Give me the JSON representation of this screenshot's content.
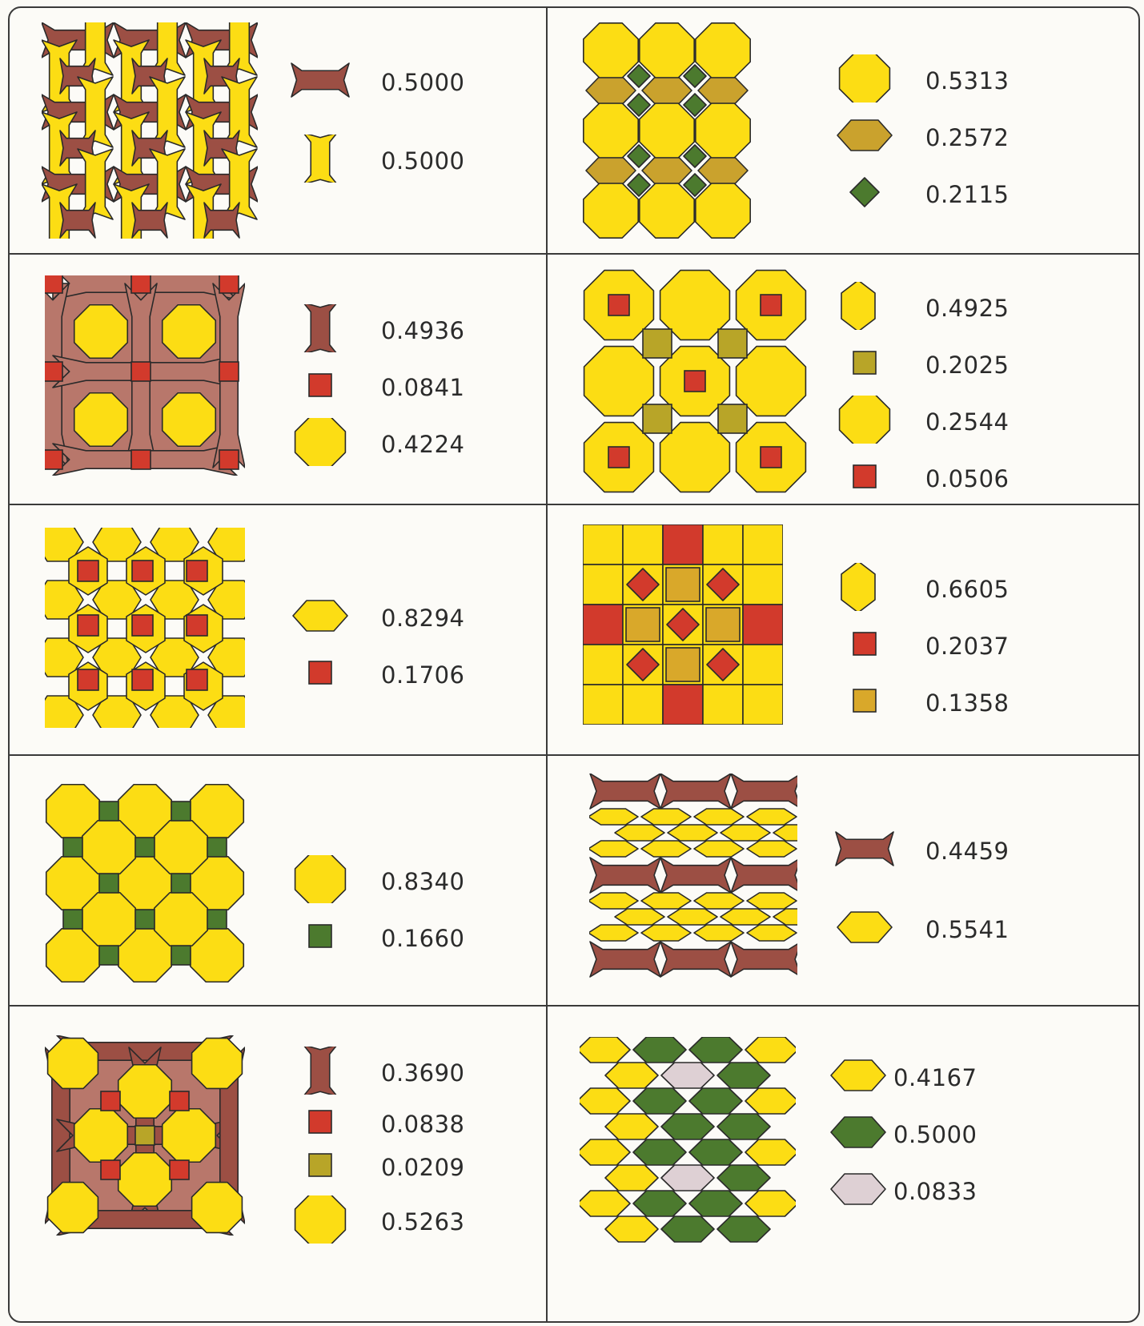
{
  "colors": {
    "yellow": "#fcdd14",
    "brown": "#9c4f44",
    "brown_light": "#b8776b",
    "red": "#d23a2c",
    "olive": "#b8a528",
    "tan": "#caa22d",
    "green": "#4c7a2e",
    "pink": "#ded0d4",
    "gold": "#d9a82a",
    "outline": "#2a2a2a"
  },
  "panels": [
    {
      "id": "p1",
      "pattern": "bone-weave",
      "legend": [
        {
          "shape": "bone-h",
          "color": "brown",
          "value": "0.5000"
        },
        {
          "shape": "bone-v",
          "color": "yellow",
          "value": "0.5000"
        }
      ]
    },
    {
      "id": "p2",
      "pattern": "octagon-elongated",
      "legend": [
        {
          "shape": "octagon",
          "color": "yellow",
          "value": "0.5313"
        },
        {
          "shape": "hex-wide",
          "color": "tan",
          "value": "0.2572"
        },
        {
          "shape": "diamond",
          "color": "green",
          "value": "0.2115"
        }
      ]
    },
    {
      "id": "p3",
      "pattern": "bone-octagon-square",
      "legend": [
        {
          "shape": "bone-v",
          "color": "brown",
          "value": "0.4936"
        },
        {
          "shape": "square",
          "color": "red",
          "value": "0.0841"
        },
        {
          "shape": "octagon",
          "color": "yellow",
          "value": "0.4224"
        }
      ]
    },
    {
      "id": "p4",
      "pattern": "octagon-hex-square",
      "legend": [
        {
          "shape": "hex-tall",
          "color": "yellow",
          "value": "0.4925"
        },
        {
          "shape": "square",
          "color": "olive",
          "value": "0.2025"
        },
        {
          "shape": "octagon",
          "color": "yellow",
          "value": "0.2544"
        },
        {
          "shape": "square",
          "color": "red",
          "value": "0.0506"
        }
      ]
    },
    {
      "id": "p5",
      "pattern": "hex-square",
      "legend": [
        {
          "shape": "hex-wide",
          "color": "yellow",
          "value": "0.8294"
        },
        {
          "shape": "square",
          "color": "red",
          "value": "0.1706"
        }
      ]
    },
    {
      "id": "p6",
      "pattern": "split-octagon-grid",
      "legend": [
        {
          "shape": "hex-tall",
          "color": "yellow",
          "value": "0.6605"
        },
        {
          "shape": "square",
          "color": "red",
          "value": "0.2037"
        },
        {
          "shape": "square",
          "color": "gold",
          "value": "0.1358"
        }
      ]
    },
    {
      "id": "p7",
      "pattern": "octagon-square",
      "legend": [
        {
          "shape": "octagon",
          "color": "yellow",
          "value": "0.8340"
        },
        {
          "shape": "square",
          "color": "green",
          "value": "0.1660"
        }
      ]
    },
    {
      "id": "p8",
      "pattern": "bone-hex-rows",
      "legend": [
        {
          "shape": "bone-h",
          "color": "brown",
          "value": "0.4459"
        },
        {
          "shape": "hex-wide",
          "color": "yellow",
          "value": "0.5541"
        }
      ]
    },
    {
      "id": "p9",
      "pattern": "bone-octagon-mixed",
      "legend": [
        {
          "shape": "bone-v",
          "color": "brown",
          "value": "0.3690"
        },
        {
          "shape": "square",
          "color": "red",
          "value": "0.0838"
        },
        {
          "shape": "square",
          "color": "olive",
          "value": "0.0209"
        },
        {
          "shape": "octagon",
          "color": "yellow",
          "value": "0.5263"
        }
      ]
    },
    {
      "id": "p10",
      "pattern": "hex-green-pink",
      "legend": [
        {
          "shape": "hex-wide",
          "color": "yellow",
          "value": "0.4167"
        },
        {
          "shape": "hex-wide",
          "color": "green",
          "value": "0.5000"
        },
        {
          "shape": "hex-wide",
          "color": "pink",
          "value": "0.0833"
        }
      ]
    }
  ]
}
